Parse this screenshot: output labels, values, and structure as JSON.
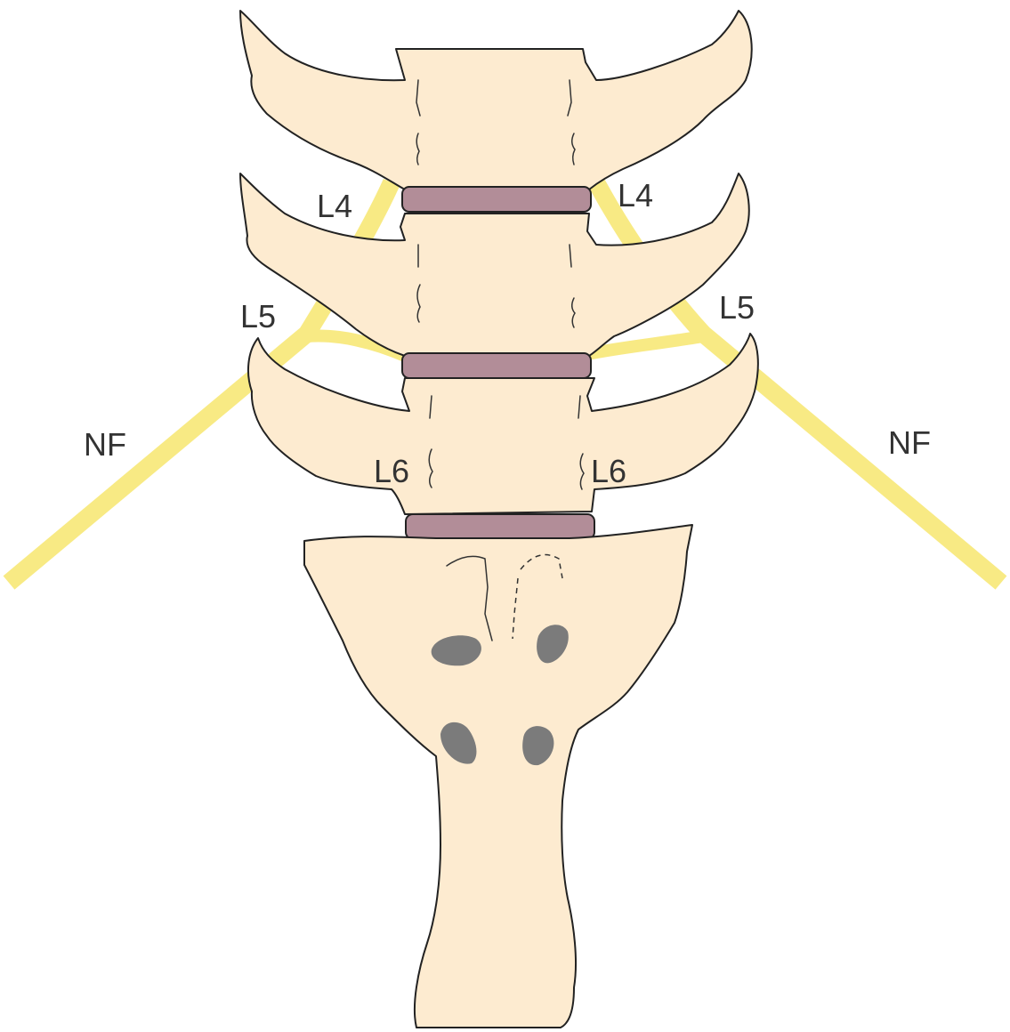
{
  "colors": {
    "bone": "#fdebd0",
    "disc": "#b28d98",
    "nerve": "#f8ea84",
    "foramen": "#7b7b7b",
    "outline": "#222222",
    "label": "#333333"
  },
  "labels": {
    "l4_left": "L4",
    "l4_right": "L4",
    "l5_left": "L5",
    "l5_right": "L5",
    "l6_left": "L6",
    "l6_right": "L6",
    "nf_left": "NF",
    "nf_right": "NF"
  }
}
